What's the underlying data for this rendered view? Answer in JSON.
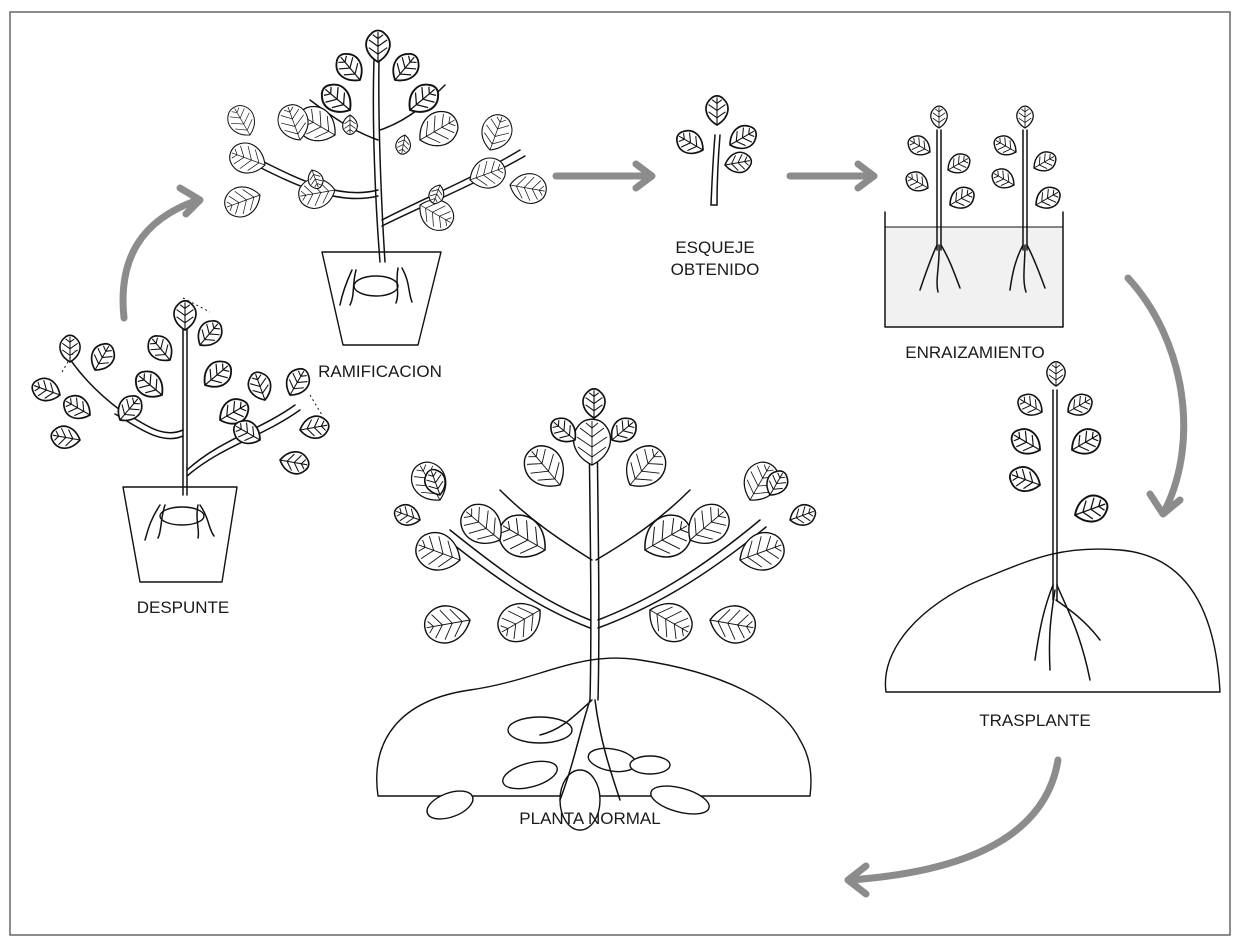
{
  "stages": {
    "despunte": "DESPUNTE",
    "ramificacion": "RAMIFICACION",
    "esqueje_line1": "ESQUEJE",
    "esqueje_line2": "OBTENIDO",
    "enraizamiento": "ENRAIZAMIENTO",
    "trasplante": "TRASPLANTE",
    "planta_normal": "PLANTA NORMAL"
  },
  "colors": {
    "arrow": "#8c8c8c",
    "line": "#111111",
    "frame": "#666666"
  }
}
